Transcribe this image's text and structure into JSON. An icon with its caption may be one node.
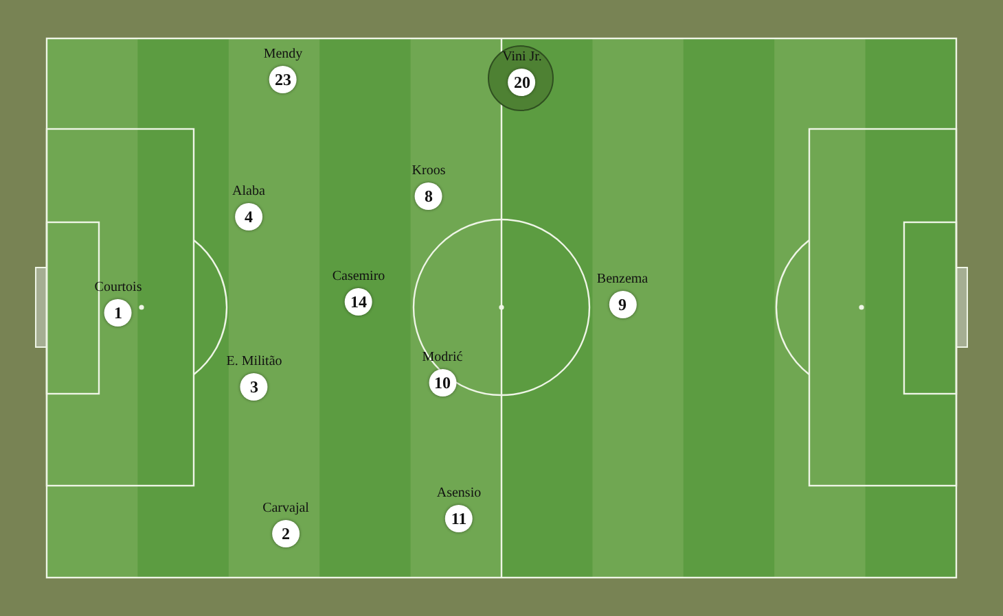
{
  "diagram": {
    "nodes": [
      {
        "text": [
          "Mendy",
          "23"
        ]
      },
      {
        "text": [],
        "shape": "circle"
      },
      {
        "text": [
          "Vini Jr.",
          "20"
        ],
        "in": 1
      },
      {
        "text": [
          "Kroos",
          "8"
        ]
      },
      {
        "text": [
          "Alaba",
          "4"
        ]
      },
      {
        "text": [
          "Casemiro",
          "14"
        ]
      },
      {
        "text": [
          "Benzema",
          "9"
        ]
      },
      {
        "text": [
          "Courtois",
          "1"
        ]
      },
      {
        "text": [
          "Modrić",
          "10"
        ]
      },
      {
        "text": [
          "E. Militão",
          "3"
        ]
      },
      {
        "text": [
          "Asensio",
          "11"
        ]
      },
      {
        "text": [
          "Carvajal",
          "2"
        ]
      }
    ]
  }
}
